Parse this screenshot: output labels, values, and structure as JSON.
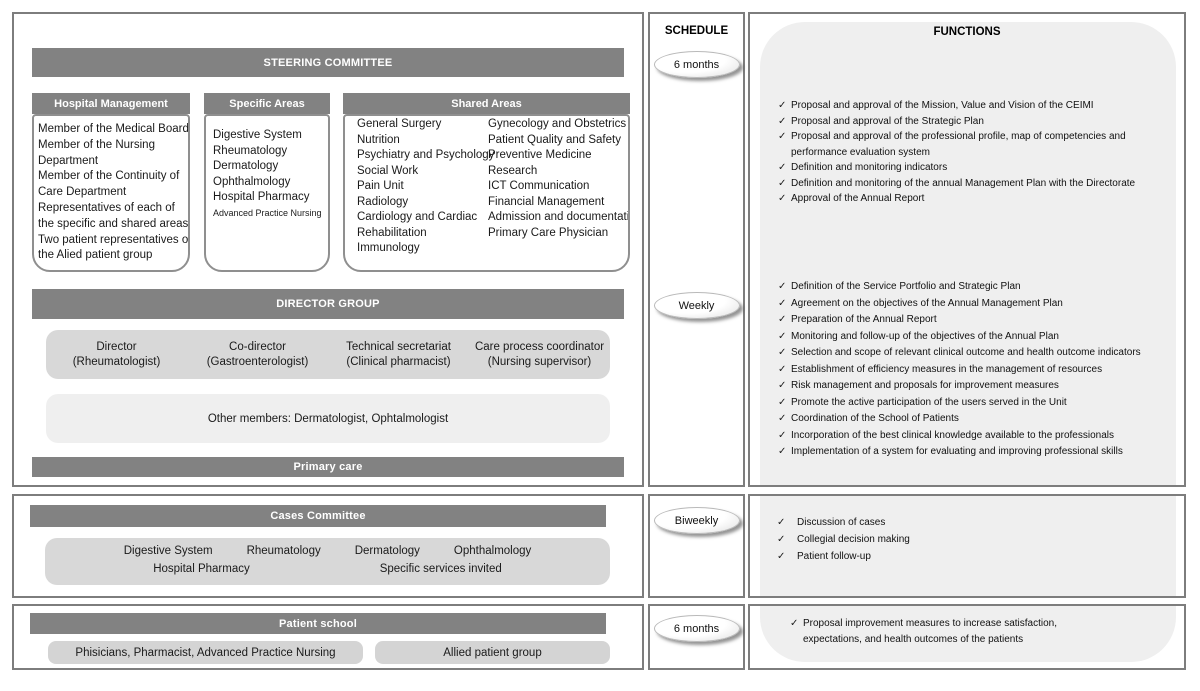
{
  "icons": {
    "check": "✓"
  },
  "schedule": {
    "title": "SCHEDULE",
    "badges": [
      "6 months",
      "Weekly",
      "Biweekly",
      "6 months"
    ]
  },
  "functions_panel": {
    "title": "FUNCTIONS",
    "steering_functions": [
      "Proposal and approval of the Mission, Value and Vision of the CEIMI",
      "Proposal and approval of the Strategic Plan",
      "Proposal and approval of the professional profile, map of competencies and performance evaluation system",
      "Definition and monitoring indicators",
      "Definition and monitoring of the annual Management Plan with the Directorate",
      "Approval of the Annual Report"
    ],
    "director_functions": [
      "Definition of the Service Portfolio and Strategic Plan",
      "Agreement on the objectives of the Annual Management Plan",
      "Preparation of the Annual Report",
      "Monitoring and follow-up of the objectives of the Annual Plan",
      "Selection and scope of relevant clinical outcome and health outcome indicators",
      "Establishment of efficiency measures in the management of resources",
      "Risk management and proposals for improvement measures",
      "Promote the active participation of the users served in the Unit",
      "Coordination of the School of Patients",
      "Incorporation of the best clinical knowledge available to the professionals",
      "Implementation of a system for evaluating and improving professional skills"
    ],
    "cases_functions": [
      "Discussion of cases",
      "Collegial decision making",
      "Patient follow-up"
    ],
    "school_functions": [
      "Proposal improvement measures to increase satisfaction, expectations, and health outcomes of the patients"
    ]
  },
  "steering": {
    "title": "STEERING COMMITTEE",
    "hospital_management": {
      "title": "Hospital Management",
      "lines": [
        "Member of the Medical Board",
        "Member of the Nursing",
        "Department",
        "Member of the Continuity of",
        "Care Department",
        "Representatives of each of",
        "the specific and shared areas",
        "Two patient representatives of",
        "the Alied patient group"
      ]
    },
    "specific_areas": {
      "title": "Specific Areas",
      "items": [
        "Digestive System",
        "Rheumatology",
        "Dermatology",
        "Ophthalmology",
        "Hospital Pharmacy"
      ],
      "small_item": "Advanced Practice Nursing"
    },
    "shared_areas": {
      "title": "Shared Areas",
      "col1": [
        "General Surgery",
        "Nutrition",
        "Psychiatry and Psychology",
        "Social Work",
        "Pain Unit",
        "Radiology",
        "Cardiology and Cardiac",
        "Rehabilitation",
        "Immunology"
      ],
      "col2": [
        "Gynecology and Obstetrics",
        "Patient Quality and Safety",
        "Preventive Medicine",
        "Research",
        "ICT Communication",
        "Financial Management",
        "Admission and documentation",
        "Primary Care Physician"
      ]
    },
    "director_group": {
      "title": "DIRECTOR GROUP",
      "roles": [
        {
          "title": "Director",
          "subtitle": "(Rheumatologist)"
        },
        {
          "title": "Co-director",
          "subtitle": "(Gastroenterologist)"
        },
        {
          "title": "Technical secretariat",
          "subtitle": "(Clinical pharmacist)"
        },
        {
          "title": "Care process coordinator",
          "subtitle": "(Nursing supervisor)"
        }
      ],
      "other_members": "Other members: Dermatologist, Ophtalmologist"
    },
    "primary_care": "Primary care"
  },
  "cases_committee": {
    "title": "Cases Committee",
    "row1": [
      "Digestive System",
      "Rheumatology",
      "Dermatology",
      "Ophthalmology"
    ],
    "row2": [
      "Hospital Pharmacy",
      "Specific services invited"
    ]
  },
  "patient_school": {
    "title": "Patient school",
    "staff_box": "Phisicians, Pharmacist, Advanced Practice Nursing",
    "patient_box": "Allied patient group"
  }
}
